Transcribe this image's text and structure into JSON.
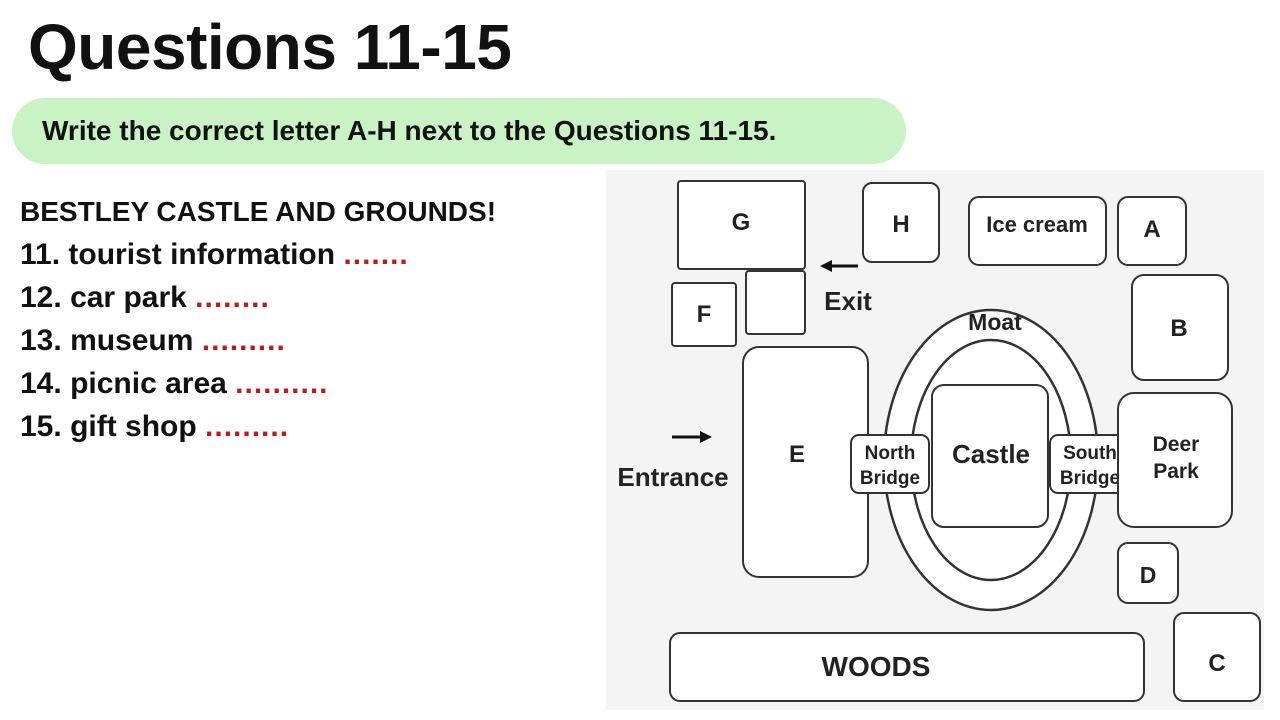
{
  "header": {
    "title": "Questions 11-15"
  },
  "instruction": "Write the correct letter A-H next to the Questions 11-15.",
  "questions": {
    "heading": "BESTLEY CASTLE AND GROUNDS!",
    "items": [
      {
        "num": "11.",
        "label": "tourist information",
        "blank": "......."
      },
      {
        "num": "12.",
        "label": "car park",
        "blank": "........"
      },
      {
        "num": "13.",
        "label": "museum",
        "blank": "........."
      },
      {
        "num": "14.",
        "label": "picnic area",
        "blank": ".........."
      },
      {
        "num": "15.",
        "label": "gift shop",
        "blank": "........."
      }
    ]
  },
  "map": {
    "letters": {
      "a": "A",
      "b": "B",
      "c": "C",
      "d": "D",
      "e": "E",
      "f": "F",
      "g": "G",
      "h": "H"
    },
    "ice_cream": "Ice cream",
    "exit": "Exit",
    "entrance": "Entrance",
    "moat": "Moat",
    "castle": "Castle",
    "north_bridge": [
      "North",
      "Bridge"
    ],
    "south_bridge": [
      "South",
      "Bridge"
    ],
    "deer_park": [
      "Deer",
      "Park"
    ],
    "woods": "WOODS"
  },
  "colors": {
    "pill": "#c9f3c4",
    "answer_dots": "#c01b1b"
  }
}
